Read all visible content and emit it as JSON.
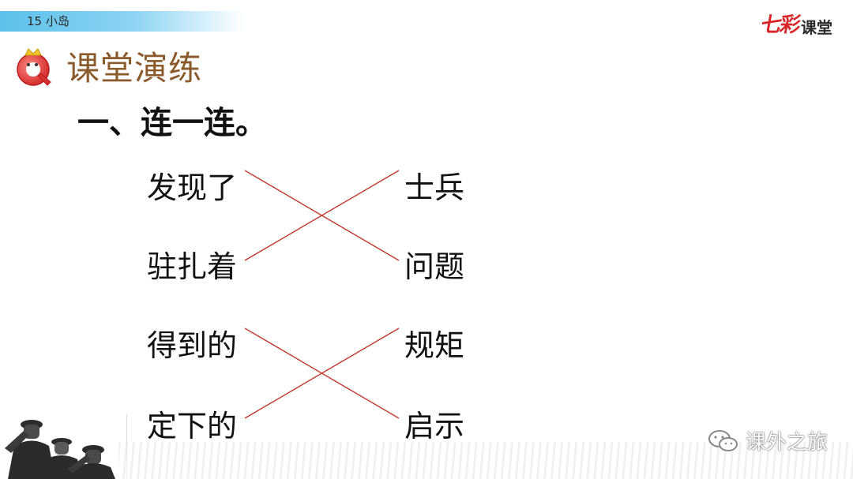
{
  "header": {
    "lesson": "15 小岛",
    "brand_part1": "七彩",
    "brand_part2": "课堂"
  },
  "section_title": "课堂演练",
  "question": "一、连一连。",
  "left_words": [
    "发现了",
    "驻扎着",
    "得到的",
    "定下的"
  ],
  "right_words": [
    "士兵",
    "问题",
    "规矩",
    "启示"
  ],
  "connections": [
    [
      0,
      1
    ],
    [
      1,
      0
    ],
    [
      2,
      3
    ],
    [
      3,
      2
    ]
  ],
  "colors": {
    "line": "#c0392b",
    "title": "#8a5a2a",
    "bar": "#5bc0ea",
    "brand_red": "#d8262a"
  },
  "icons": [
    "q-badge-icon",
    "soldiers-illustration",
    "wechat-icon"
  ],
  "watermark": "课外之旅"
}
